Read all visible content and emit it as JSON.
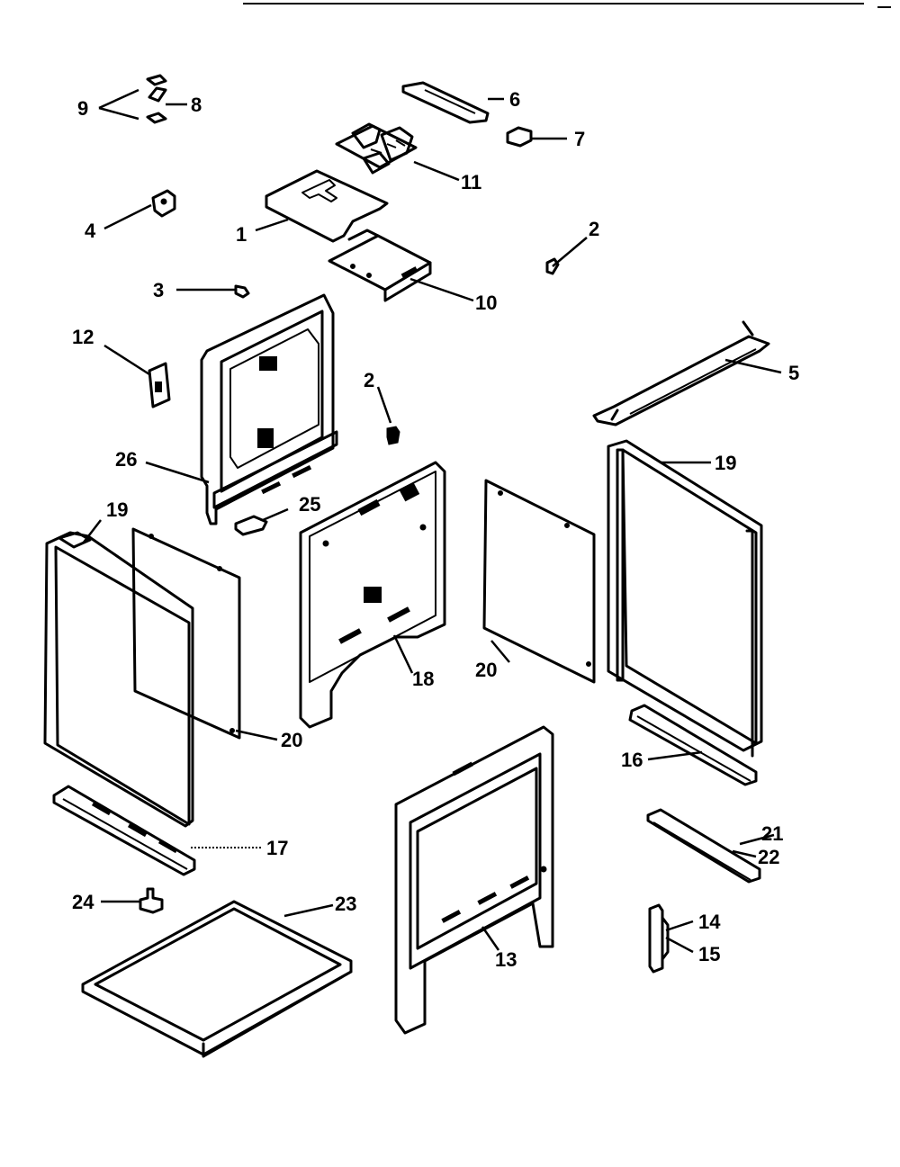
{
  "callouts": {
    "c1": "1",
    "c2a": "2",
    "c2b": "2",
    "c3": "3",
    "c4": "4",
    "c5": "5",
    "c6": "6",
    "c7": "7",
    "c8": "8",
    "c9": "9",
    "c10": "10",
    "c11": "11",
    "c12": "12",
    "c13": "13",
    "c14": "14",
    "c15": "15",
    "c16": "16",
    "c17": "17",
    "c18": "18",
    "c19a": "19",
    "c19b": "19",
    "c20a": "20",
    "c20b": "20",
    "c21": "21",
    "c22": "22",
    "c23": "23",
    "c24": "24",
    "c25": "25",
    "c26": "26"
  }
}
